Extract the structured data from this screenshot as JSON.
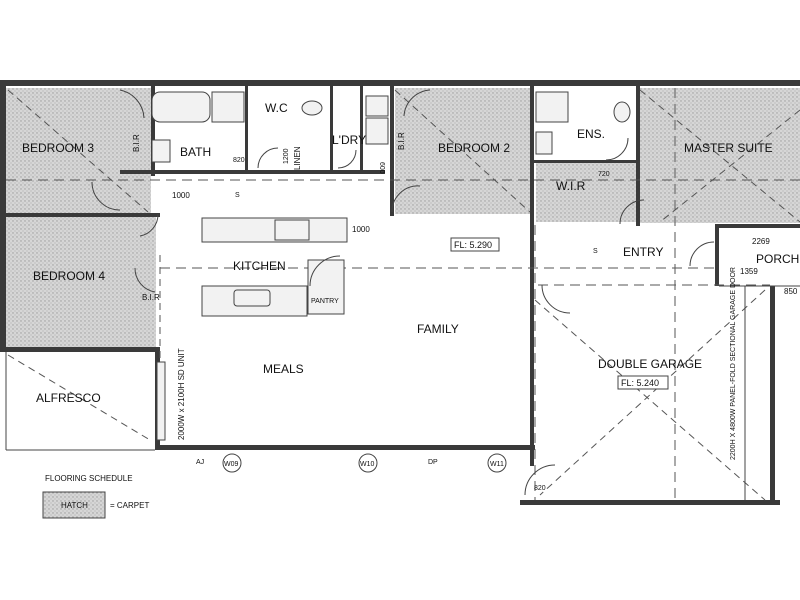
{
  "rooms": {
    "bedroom3": "BEDROOM 3",
    "bath": "BATH",
    "wc": "W.C",
    "linen": "LINEN",
    "ldry": "L'DRY",
    "bedroom2": "BEDROOM 2",
    "ens": "ENS.",
    "master_suite": "MASTER SUITE",
    "wir": "W.I.R",
    "bedroom4": "BEDROOM 4",
    "kitchen": "KITCHEN",
    "pantry": "PANTRY",
    "family": "FAMILY",
    "meals": "MEALS",
    "entry": "ENTRY",
    "porch": "PORCH",
    "double_garage": "DOUBLE GARAGE",
    "alfresco": "ALFRESCO",
    "bir": "B.I.R"
  },
  "levels": {
    "main": "FL: 5.290",
    "garage": "FL: 5.240"
  },
  "dimensions": {
    "d1000a": "1000",
    "d1000b": "1000",
    "d720": "720",
    "d820": "820",
    "d1200": "1200",
    "d600": "600",
    "d2269": "2269",
    "d1359": "1359",
    "d850": "850",
    "d820b": "820"
  },
  "notes": {
    "sd_unit": "2000W x 2100H SD UNIT",
    "garage_door": "2200H X 4800W PANEL-FOLD SECTIONAL GARAGE DOOR"
  },
  "windows": {
    "w09": "W09",
    "w10": "W10",
    "w11": "W11"
  },
  "markers": {
    "aj": "AJ",
    "dp": "DP",
    "s": "S"
  },
  "schedule": {
    "title": "FLOORING SCHEDULE",
    "hatch": "HATCH",
    "carpet": "= CARPET"
  }
}
